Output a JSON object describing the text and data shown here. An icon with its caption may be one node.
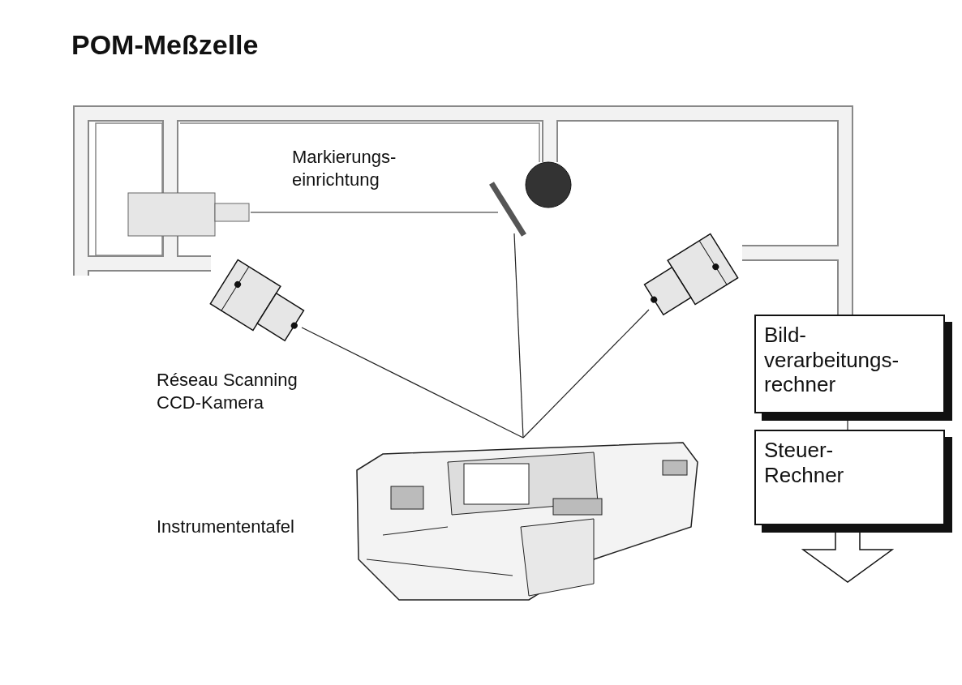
{
  "diagram": {
    "title": "POM-Meßzelle",
    "nodes": [
      {
        "text": [],
        "shape": "box"
      },
      {
        "text": [],
        "shape": "bar"
      },
      {
        "text": [],
        "shape": "camera"
      },
      {
        "text": [],
        "shape": "camera"
      },
      {
        "text": [],
        "shape": "picture"
      },
      {
        "text": [
          "Bild- verarbeitungs- rechner"
        ]
      },
      {
        "text": [
          "Steuer- Rechner"
        ]
      }
    ],
    "edges": [
      {
        "from": 0,
        "to": 1,
        "arrow": "none"
      },
      {
        "from": 1,
        "to": 4,
        "arrow": "none"
      },
      {
        "from": 2,
        "to": 4,
        "arrow": "none"
      },
      {
        "from": 3,
        "to": 4,
        "arrow": "none"
      },
      {
        "from": 5,
        "to": 6,
        "arrow": "none"
      },
      {
        "from": 6,
        "to": null,
        "arrow": "to",
        "style": "thick"
      }
    ],
    "labels": [
      "Markierungs- einrichtung",
      "Réseau Scanning CCD-Kamera",
      "Instrumententafel"
    ]
  }
}
